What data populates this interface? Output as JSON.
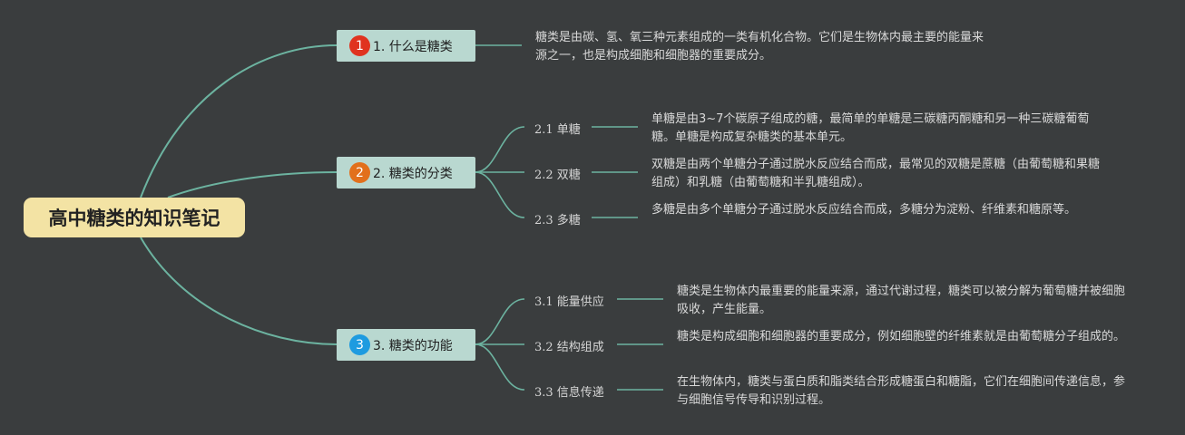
{
  "root": {
    "title": "高中糖类的知识笔记"
  },
  "branches": [
    {
      "num": "1",
      "label": "1. 什么是糖类",
      "badge_color": "#e0331f",
      "desc": "糖类是由碳、氢、氧三种元素组成的一类有机化合物。它们是生物体内最主要的能量来源之一，也是构成细胞和细胞器的重要成分。"
    },
    {
      "num": "2",
      "label": "2. 糖类的分类",
      "badge_color": "#e2701c",
      "children": [
        {
          "label": "2.1 单糖",
          "desc": "单糖是由3~7个碳原子组成的糖，最简单的单糖是三碳糖丙酮糖和另一种三碳糖葡萄糖。单糖是构成复杂糖类的基本单元。"
        },
        {
          "label": "2.2 双糖",
          "desc": "双糖是由两个单糖分子通过脱水反应结合而成，最常见的双糖是蔗糖（由葡萄糖和果糖组成）和乳糖（由葡萄糖和半乳糖组成）。"
        },
        {
          "label": "2.3 多糖",
          "desc": "多糖是由多个单糖分子通过脱水反应结合而成，多糖分为淀粉、纤维素和糖原等。"
        }
      ]
    },
    {
      "num": "3",
      "label": "3. 糖类的功能",
      "badge_color": "#1e9be0",
      "children": [
        {
          "label": "3.1 能量供应",
          "desc": "糖类是生物体内最重要的能量来源，通过代谢过程，糖类可以被分解为葡萄糖并被细胞吸收，产生能量。"
        },
        {
          "label": "3.2 结构组成",
          "desc": "糖类是构成细胞和细胞器的重要成分，例如细胞壁的纤维素就是由葡萄糖分子组成的。"
        },
        {
          "label": "3.3 信息传递",
          "desc": "在生物体内，糖类与蛋白质和脂类结合形成糖蛋白和糖脂，它们在细胞间传递信息，参与细胞信号传导和识别过程。"
        }
      ]
    }
  ],
  "colors": {
    "background": "#3a3d3e",
    "line": "#6cb3a0",
    "root_fill": "#f3e3a4",
    "branch_fill": "#b9d8d0"
  }
}
